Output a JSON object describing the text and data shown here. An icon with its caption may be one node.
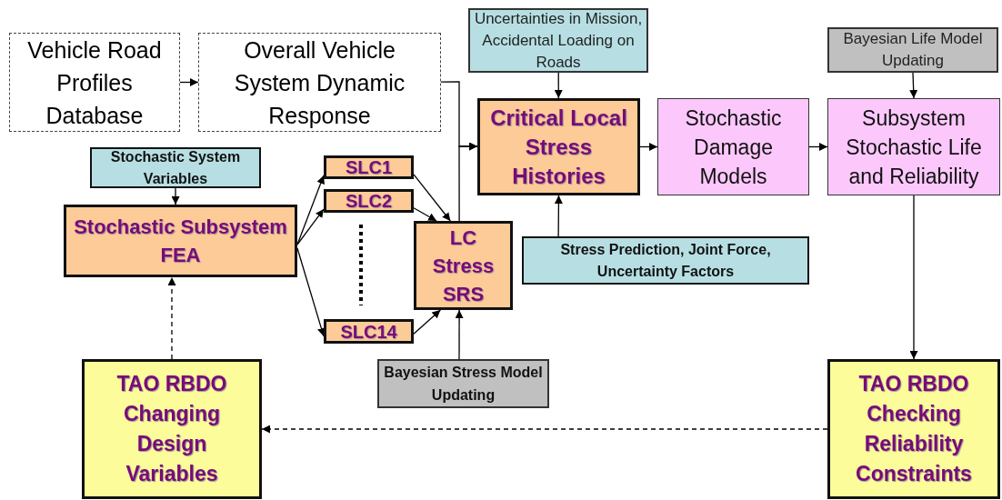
{
  "diagram": {
    "nodes": [
      {
        "text": [
          "Vehicle Road Profiles Database"
        ]
      },
      {
        "text": [
          "Overall Vehicle System Dynamic Response"
        ]
      },
      {
        "text": [
          "Uncertainties in Mission, Accidental Loading on Roads"
        ]
      },
      {
        "text": [
          "Bayesian Life Model Updating"
        ]
      },
      {
        "text": [
          "Stochastic System Variables"
        ]
      },
      {
        "text": [
          "Critical Local Stress Histories"
        ]
      },
      {
        "text": [
          "Stochastic Damage Models"
        ]
      },
      {
        "text": [
          "Subsystem Stochastic Life and Reliability"
        ]
      },
      {
        "text": [
          "SLC1"
        ]
      },
      {
        "text": [
          "SLC2"
        ]
      },
      {
        "text": [
          "Stochastic Subsystem FEA"
        ]
      },
      {
        "text": [
          "LC Stress SRS"
        ]
      },
      {
        "text": [
          "Stress Prediction, Joint Force, Uncertainty Factors"
        ]
      },
      {
        "text": [
          "SLC14"
        ]
      },
      {
        "text": [
          "Bayesian Stress Model Updating"
        ]
      },
      {
        "text": [
          "TAO RBDO Changing Design Variables"
        ]
      },
      {
        "text": [
          "TAO RBDO Checking Reliability Constraints"
        ]
      }
    ],
    "edges": [
      {
        "from": 0,
        "to": 1,
        "arrow": "to"
      },
      {
        "from": 1,
        "to": 5,
        "arrow": "to"
      },
      {
        "from": 11,
        "to": 5,
        "arrow": "to"
      },
      {
        "from": 2,
        "to": 5,
        "arrow": "to"
      },
      {
        "from": 12,
        "to": 5,
        "arrow": "to"
      },
      {
        "from": 3,
        "to": 7,
        "arrow": "to"
      },
      {
        "from": 4,
        "to": 10,
        "arrow": "to"
      },
      {
        "from": 5,
        "to": 6,
        "arrow": "to"
      },
      {
        "from": 6,
        "to": 7,
        "arrow": "to"
      },
      {
        "from": 10,
        "to": 8,
        "arrow": "to"
      },
      {
        "from": 10,
        "to": 9,
        "arrow": "to"
      },
      {
        "from": 10,
        "to": 13,
        "arrow": "to"
      },
      {
        "from": 8,
        "to": 11,
        "arrow": "to"
      },
      {
        "from": 9,
        "to": 11,
        "arrow": "to"
      },
      {
        "from": 13,
        "to": 11,
        "arrow": "to"
      },
      {
        "from": 14,
        "to": 11,
        "arrow": "to"
      },
      {
        "from": 7,
        "to": 16,
        "arrow": "to"
      },
      {
        "from": 16,
        "to": 15,
        "arrow": "to",
        "style": "dashed"
      },
      {
        "from": 15,
        "to": 10,
        "arrow": "to",
        "style": "dashed"
      }
    ]
  }
}
